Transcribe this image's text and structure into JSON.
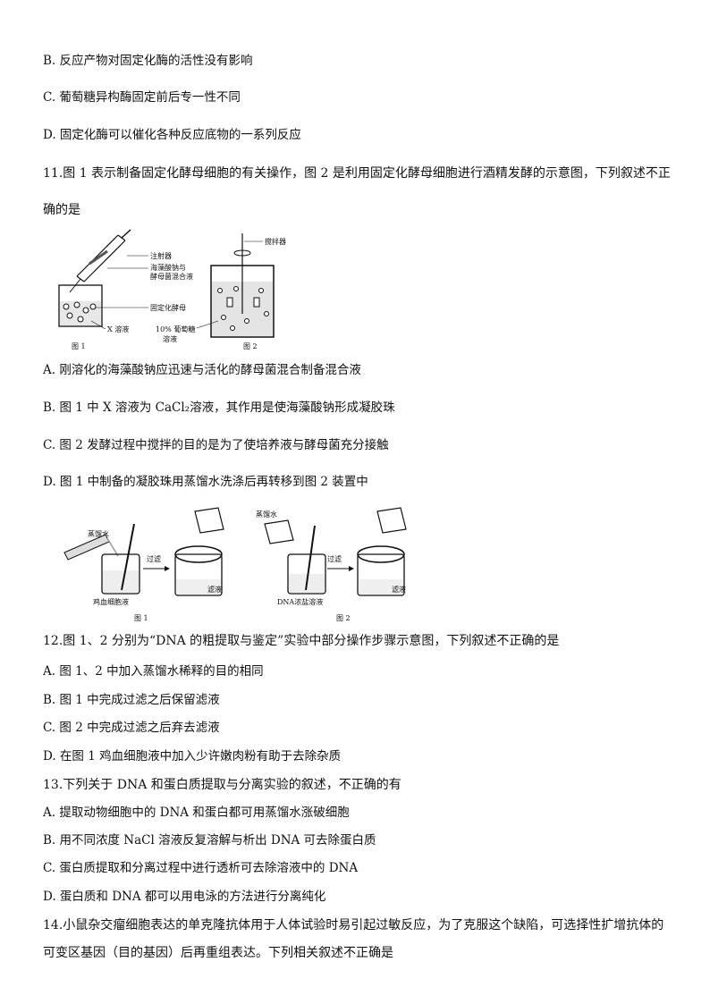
{
  "q10_options": {
    "b": "B.  反应产物对固定化酶的活性没有影响",
    "c": "C.  葡萄糖异构酶固定前后专一性不同",
    "d": "D.  固定化酶可以催化各种反应底物的一系列反应"
  },
  "q11": {
    "stem_line1": "11.图 1 表示制备固定化酵母细胞的有关操作，图 2 是利用固定化酵母细胞进行酒精发酵的示意图，下列叙述不正",
    "stem_line2": "确的是",
    "figure": {
      "label_syringe": "注射器",
      "label_mix1": "海藻酸钠与",
      "label_mix2": "酵母菌混合液",
      "label_yeast": "固定化酵母",
      "label_x": "X 溶液",
      "label_fig1": "图 1",
      "label_stirrer": "搅拌器",
      "label_glucose1": "10% 葡萄糖",
      "label_glucose2": "溶液",
      "label_fig2": "图 2"
    },
    "options": {
      "a": "A.  刚溶化的海藻酸钠应迅速与活化的酵母菌混合制备混合液",
      "b": "B.  图 1 中 X 溶液为 CaCl₂溶液，其作用是使海藻酸钠形成凝胶珠",
      "c": "C.  图 2 发酵过程中搅拌的目的是为了使培养液与酵母菌充分接触",
      "d": "D.  图 1 中制备的凝胶珠用蒸馏水洗涤后再转移到图 2 装置中"
    }
  },
  "q12": {
    "figure": {
      "distilled_water_1": "蒸馏水",
      "filter_1": "过滤",
      "chicken_blood": "鸡血细胞液",
      "filtrate_1": "滤液",
      "fig1": "图 1",
      "distilled_water_2": "蒸馏水",
      "filter_2": "过滤",
      "dna_salt": "DNA浓盐溶液",
      "filtrate_2": "滤液",
      "fig2": "图 2"
    },
    "stem": "12.图 1、2 分别为“DNA 的粗提取与鉴定”实验中部分操作步骤示意图，下列叙述不正确的是",
    "options": {
      "a": "A.  图 1、2 中加入蒸馏水稀释的目的相同",
      "b": "B.  图 1 中完成过滤之后保留滤液",
      "c": "C.  图 2 中完成过滤之后弃去滤液",
      "d": "D.  在图 1 鸡血细胞液中加入少许嫩肉粉有助于去除杂质"
    }
  },
  "q13": {
    "stem": "13.下列关于 DNA 和蛋白质提取与分离实验的叙述，不正确的有",
    "options": {
      "a": "A.  提取动物细胞中的 DNA 和蛋白都可用蒸馏水涨破细胞",
      "b": "B.  用不同浓度 NaCl 溶液反复溶解与析出 DNA 可去除蛋白质",
      "c": "C.  蛋白质提取和分离过程中进行透析可去除溶液中的 DNA",
      "d": "D.  蛋白质和 DNA 都可以用电泳的方法进行分离纯化"
    }
  },
  "q14": {
    "stem_line1": "14.小鼠杂交瘤细胞表达的单克隆抗体用于人体试验时易引起过敏反应，为了克服这个缺陷，可选择性扩增抗体的",
    "stem_line2": "可变区基因（目的基因）后再重组表达。下列相关叙述不正确是"
  }
}
